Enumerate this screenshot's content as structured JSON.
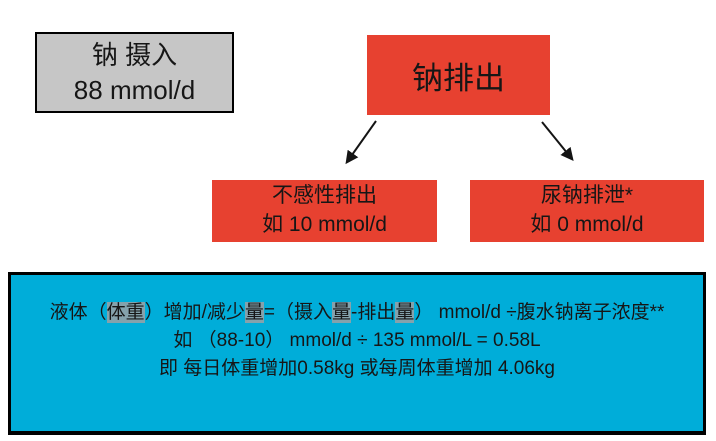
{
  "intake_box": {
    "line1": "钠 摄入",
    "line2": "88 mmol/d"
  },
  "excretion_box": {
    "label": "钠排出"
  },
  "insensible_box": {
    "line1": "不感性排出",
    "line2": "如 10 mmol/d"
  },
  "urine_box": {
    "line1": "尿钠排泄*",
    "line2": "如 0 mmol/d"
  },
  "formula_box": {
    "line1_segments": [
      {
        "text": "液体（",
        "highlight": false
      },
      {
        "text": "体重",
        "highlight": true
      },
      {
        "text": "）增加/减少",
        "highlight": false
      },
      {
        "text": "量",
        "highlight": true
      },
      {
        "text": "=（摄入",
        "highlight": false
      },
      {
        "text": "量",
        "highlight": true
      },
      {
        "text": "-排出",
        "highlight": false
      },
      {
        "text": "量",
        "highlight": true
      },
      {
        "text": "） mmol/d ÷腹水钠离子浓度**",
        "highlight": false
      }
    ],
    "line2": "如 （88-10） mmol/d ÷ 135 mmol/L = 0.58L",
    "line3": "即 每日体重增加0.58kg 或每周体重增加 4.06kg"
  },
  "colors": {
    "red": "#E74130",
    "gray": "#C6C6C6",
    "cyan": "#00ADD9",
    "highlight": "#85A2AC",
    "line": "#141414"
  }
}
